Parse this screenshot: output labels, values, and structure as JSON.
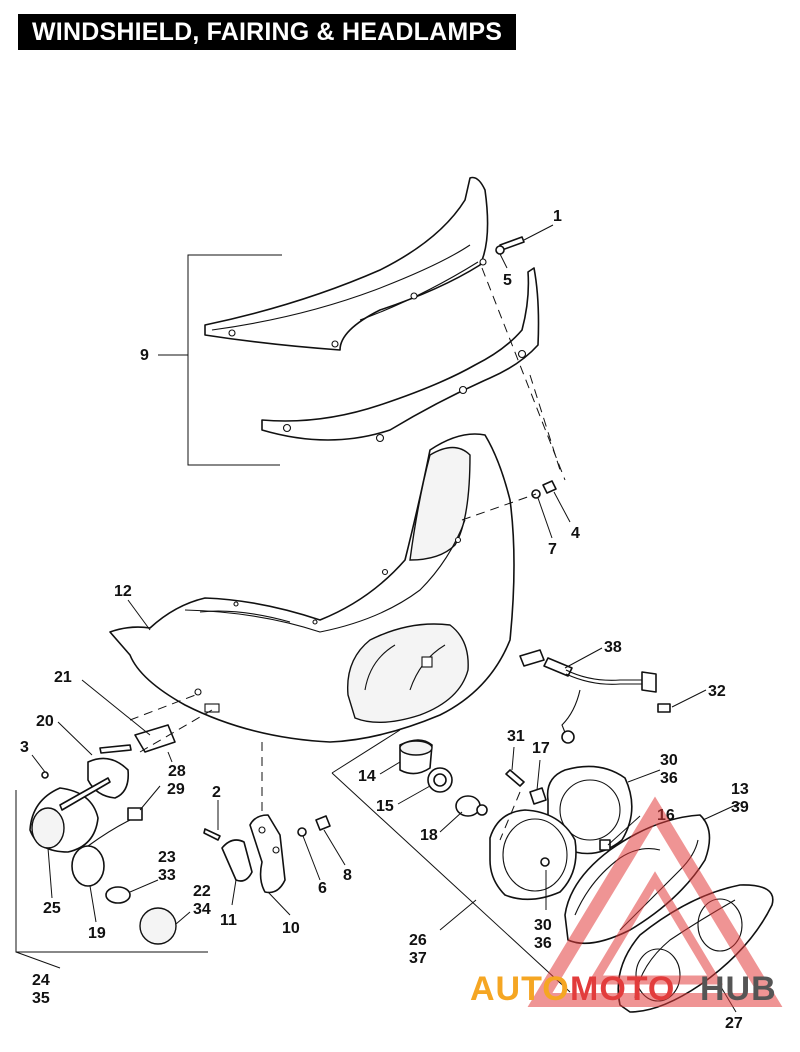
{
  "title": "WINDSHIELD, FAIRING & HEADLAMPS",
  "callouts": [
    "1",
    "2",
    "3",
    "4",
    "5",
    "6",
    "7",
    "8",
    "9",
    "10",
    "11",
    "12",
    "13",
    "14",
    "15",
    "16",
    "17",
    "18",
    "19",
    "20",
    "21",
    "22",
    "23",
    "24",
    "25",
    "26",
    "27",
    "28",
    "29",
    "30",
    "31",
    "32",
    "33",
    "34",
    "35",
    "36",
    "37",
    "38",
    "39"
  ],
  "watermark": {
    "part1": "AUTO",
    "part2": "MOTO",
    "part3": "HUB",
    "colors": {
      "auto": "#f5a623",
      "moto": "#e23c3c",
      "hub": "#555555"
    }
  }
}
